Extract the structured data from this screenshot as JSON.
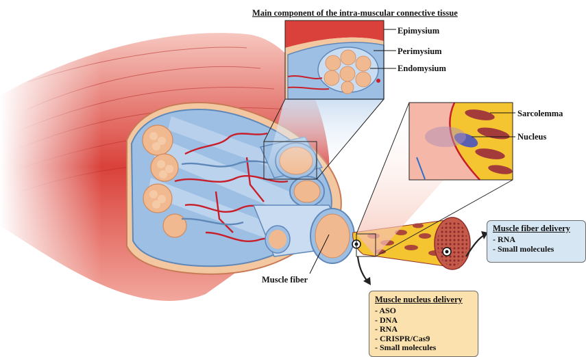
{
  "title": "Main component of the intra-muscular connective tissue",
  "labels": {
    "epimysium": "Epimysium",
    "perimysium": "Perimysium",
    "endomysium": "Endomysium",
    "sarcolemma": "Sarcolemma",
    "nucleus": "Nucleus",
    "muscle_fiber": "Muscle fiber"
  },
  "fiber_delivery": {
    "title": "Muscle fiber delivery",
    "items": [
      "- RNA",
      "- Small molecules"
    ]
  },
  "nucleus_delivery": {
    "title": "Muscle nucleus delivery",
    "items": [
      "- ASO",
      "- DNA",
      "- RNA",
      "- CRISPR/Cas9",
      "- Small molecules"
    ]
  },
  "colors": {
    "muscle_red": "#d9413a",
    "muscle_pink": "#f3b3a8",
    "connective_blue": "#9dbfe3",
    "fascicle_tan": "#f1b98f",
    "vessel_red": "#c81e2a",
    "sarcoplasm_yellow": "#f4c431",
    "fiber_box_bg": "#d6e6f2",
    "nucleus_box_bg": "#fbe1ad"
  }
}
